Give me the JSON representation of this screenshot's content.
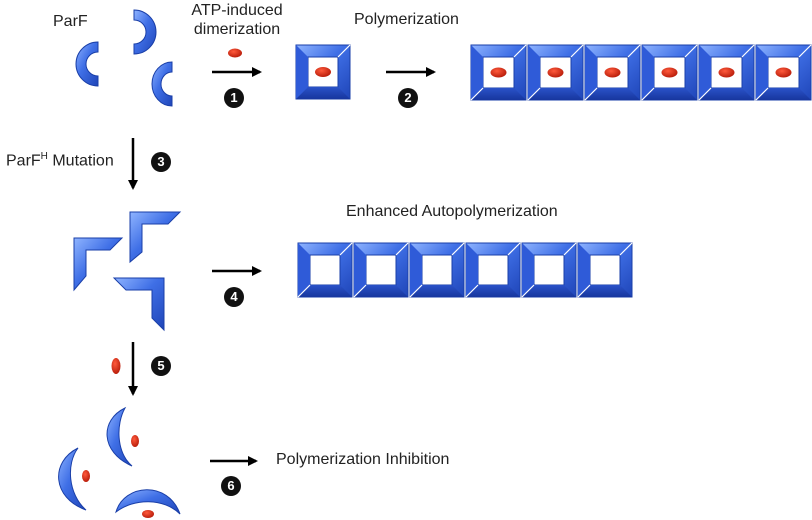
{
  "labels": {
    "parf": "ParF",
    "atp_line1": "ATP-induced",
    "atp_line2": "dimerization",
    "polymerization": "Polymerization",
    "parfh_base": "ParF",
    "parfh_sup": "H",
    "parfh_rest": " Mutation",
    "enhanced": "Enhanced Autopolymerization",
    "inhibition": "Polymerization Inhibition"
  },
  "steps": [
    "1",
    "2",
    "3",
    "4",
    "5",
    "6"
  ],
  "colors": {
    "protein_blue": "#3f6fe6",
    "protein_light": "#8fb4ff",
    "protein_dark": "#17369e",
    "atp_red": "#d42a14",
    "arrow": "#000000",
    "step_badge": "#111111"
  },
  "polymer_units": {
    "atp_bound_chain": 6,
    "mutant_chain": 6
  }
}
